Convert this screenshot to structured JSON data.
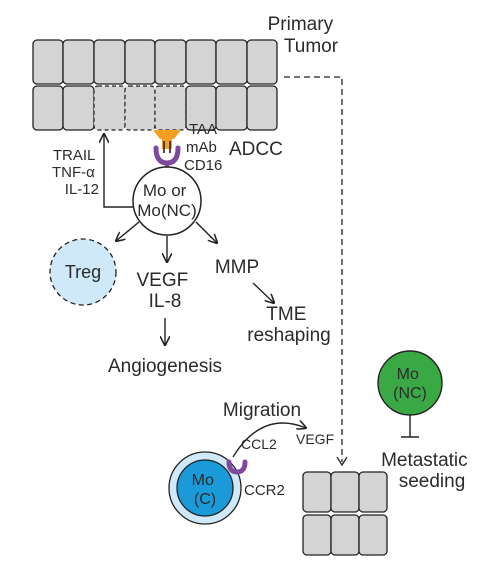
{
  "labels": {
    "primary_tumor": [
      "Primary",
      "Tumor"
    ],
    "taa": "TAA",
    "mab": "mAb",
    "cd16": "CD16",
    "adcc": "ADCC",
    "cytokines": [
      "TRAIL",
      "TNF-α",
      "IL-12"
    ],
    "mo_center": [
      "Mo or",
      "Mo(NC)"
    ],
    "treg": "Treg",
    "vegf_il8": [
      "VEGF",
      "IL-8"
    ],
    "mmp": "MMP",
    "tme": [
      "TME",
      "reshaping"
    ],
    "angiogenesis": "Angiogenesis",
    "mo_nc": [
      "Mo",
      "(NC)"
    ],
    "migration": "Migration",
    "ccl2": "CCL2",
    "vegf": "VEGF",
    "ccr2": "CCR2",
    "mo_c": [
      "Mo",
      "(C)"
    ],
    "metastatic": [
      "Metastatic",
      "seeding"
    ]
  },
  "colors": {
    "cell_fill": "#d4d4d4",
    "taa_orange": "#f5a020",
    "receptor_purple": "#7d4a9e",
    "treg_fill": "#cfe9f8",
    "mo_nc_green": "#3aa845",
    "mo_c_blue": "#1a9ad9",
    "mo_c_ring": "#cfe9f8"
  }
}
